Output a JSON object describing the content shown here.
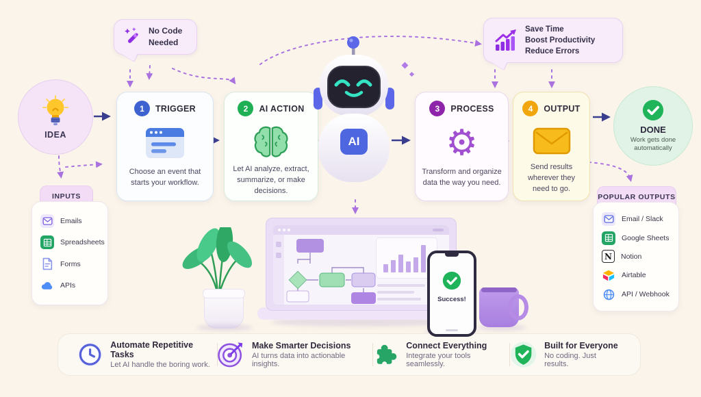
{
  "callouts": {
    "no_code": {
      "icon": "magic-wand-icon",
      "line1": "No Code",
      "line2": "Needed"
    },
    "benefits": {
      "icon": "growth-chart-icon",
      "line1": "Save Time",
      "line2": "Boost Productivity",
      "line3": "Reduce Errors"
    }
  },
  "flow": {
    "idea": {
      "label": "IDEA",
      "icon": "lightbulb-icon"
    },
    "steps": [
      {
        "num": "1",
        "title": "TRIGGER",
        "icon": "browser-window-icon",
        "desc": "Choose an event that starts your workflow.",
        "color": "#3e63d0"
      },
      {
        "num": "2",
        "title": "AI ACTION",
        "icon": "brain-icon",
        "desc": "Let AI analyze, extract, summarize, or make decisions.",
        "color": "#1faf54"
      },
      {
        "num": "3",
        "title": "PROCESS",
        "icon": "gear-icon",
        "desc": "Transform and organize data the way you need.",
        "color": "#8e24aa"
      },
      {
        "num": "4",
        "title": "OUTPUT",
        "icon": "envelope-icon",
        "desc": "Send results wherever they need to go.",
        "color": "#f2a60d"
      }
    ],
    "robot_badge": "AI",
    "done": {
      "label": "DONE",
      "sub": "Work gets done automatically",
      "icon": "check-circle-icon"
    }
  },
  "inputs_panel": {
    "title": "INPUTS",
    "items": [
      {
        "label": "Emails",
        "icon": "envelope-icon"
      },
      {
        "label": "Spreadsheets",
        "icon": "spreadsheet-icon"
      },
      {
        "label": "Forms",
        "icon": "form-document-icon"
      },
      {
        "label": "APIs",
        "icon": "cloud-icon"
      }
    ]
  },
  "outputs_panel": {
    "title": "POPULAR OUTPUTS",
    "items": [
      {
        "label": "Email / Slack",
        "icon": "envelope-icon"
      },
      {
        "label": "Google Sheets",
        "icon": "google-sheets-icon"
      },
      {
        "label": "Notion",
        "icon": "notion-icon"
      },
      {
        "label": "Airtable",
        "icon": "airtable-icon"
      },
      {
        "label": "API / Webhook",
        "icon": "globe-icon"
      }
    ]
  },
  "scene": {
    "phone_text": "Success!",
    "phone_icon": "check-circle-icon"
  },
  "features": [
    {
      "title": "Automate Repetitive Tasks",
      "desc": "Let AI handle the boring work.",
      "icon": "clock-icon"
    },
    {
      "title": "Make Smarter Decisions",
      "desc": "AI turns data into actionable insights.",
      "icon": "target-icon"
    },
    {
      "title": "Connect Everything",
      "desc": "Integrate your tools seamlessly.",
      "icon": "puzzle-icon"
    },
    {
      "title": "Built for Everyone",
      "desc": "No coding. Just results.",
      "icon": "shield-check-icon"
    }
  ],
  "colors": {
    "background": "#faf4ea",
    "dashed_arrow": "#aa72df",
    "solid_arrow": "#3a3e8e",
    "step1_blue": "#3e63d0",
    "step2_green": "#1faf54",
    "step3_purple": "#8e24aa",
    "step4_amber": "#f2a60d",
    "success_green": "#1fb45a",
    "robot_blue": "#4e66e0"
  }
}
